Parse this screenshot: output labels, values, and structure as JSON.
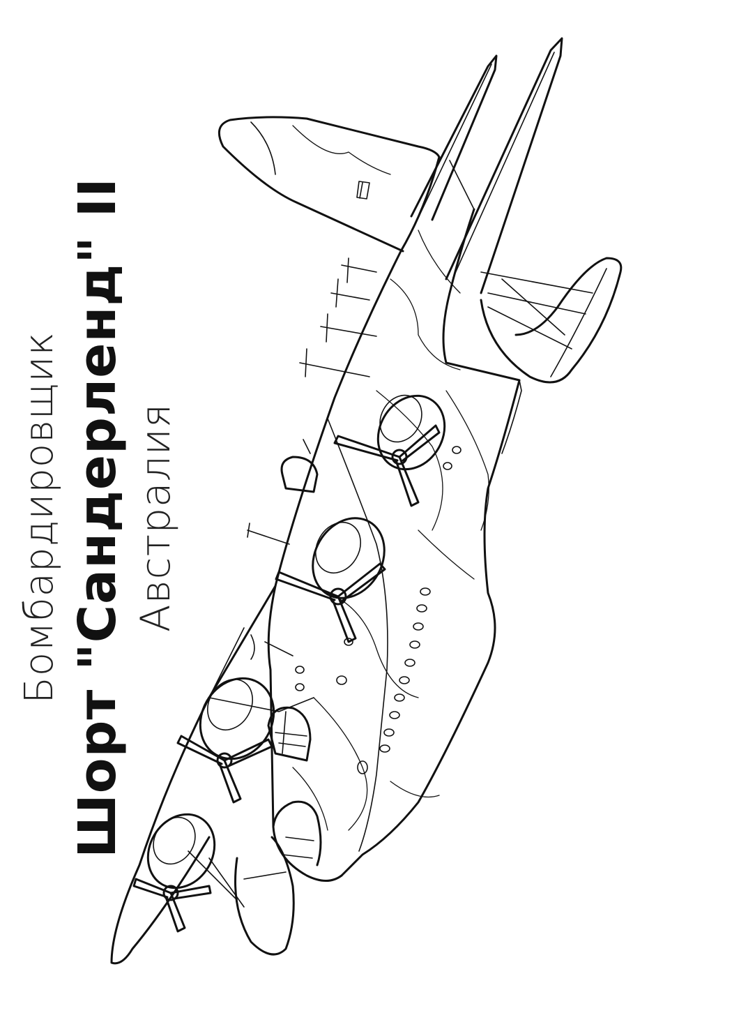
{
  "caption": {
    "line1": "Бомбардировщик",
    "line2": "Шорт \"Сандерленд\" II",
    "line3": "Австралия"
  }
}
